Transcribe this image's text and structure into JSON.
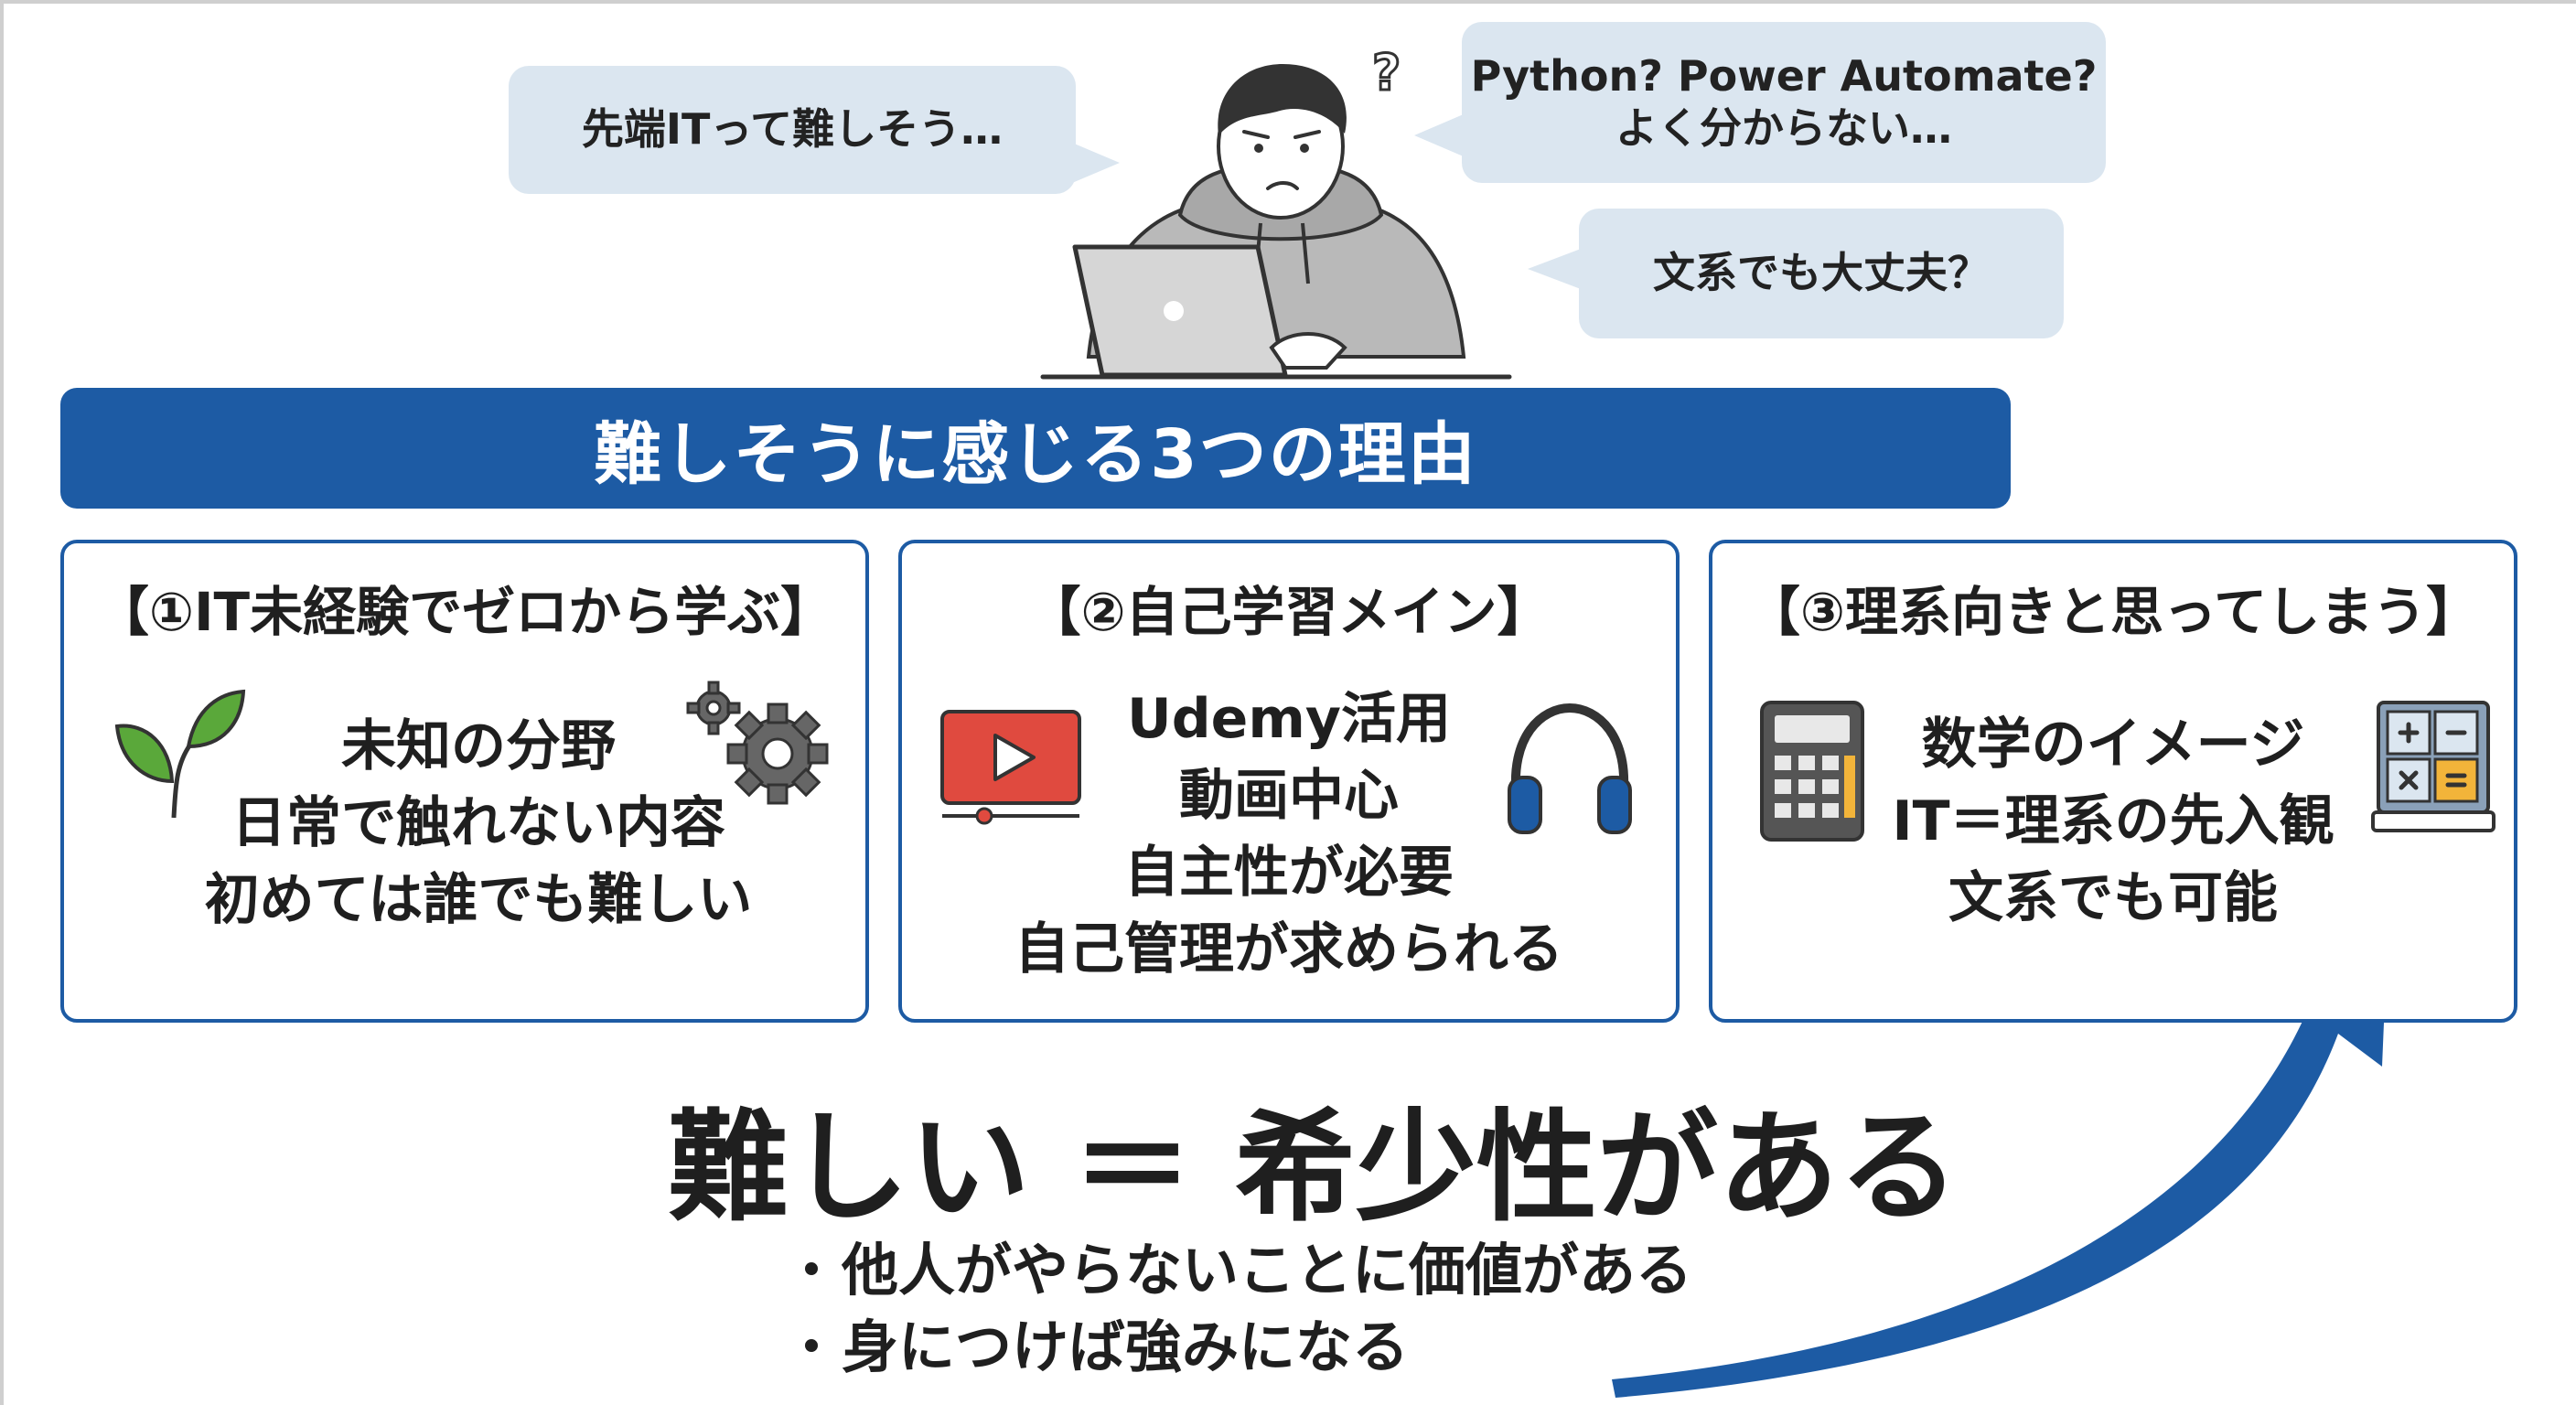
{
  "bubbles": {
    "left": "先端ITって難しそう…",
    "right_top_line1": "Python? Power Automate?",
    "right_top_line2": "よく分からない…",
    "right_bottom": "文系でも大丈夫？"
  },
  "title": "難しそうに感じる3つの理由",
  "cards": [
    {
      "heading": "【①IT未経験でゼロから学ぶ】",
      "lines": [
        "未知の分野",
        "日常で触れない内容",
        "初めては誰でも難しい"
      ],
      "icons": [
        "sprout-icon",
        "gears-icon"
      ]
    },
    {
      "heading": "【②自己学習メイン】",
      "lines": [
        "Udemy活用",
        "動画中心",
        "自主性が必要",
        "自己管理が求められる"
      ],
      "icons": [
        "video-player-icon",
        "headphones-icon"
      ]
    },
    {
      "heading": "【③理系向きと思ってしまう】",
      "lines": [
        "数学のイメージ",
        "IT＝理系の先入観",
        "文系でも可能"
      ],
      "icons": [
        "calculator-icon",
        "math-book-icon"
      ]
    }
  ],
  "conclusion": "難しい ＝ 希少性がある",
  "bullets": [
    "他人がやらないことに価値がある",
    "身につけば強みになる"
  ],
  "colors": {
    "accent": "#1d5ba4",
    "bubble": "#dbe6f0",
    "sprout": "#5aa83a",
    "video": "#e04a3f",
    "calculator_accent": "#f2b43a"
  }
}
